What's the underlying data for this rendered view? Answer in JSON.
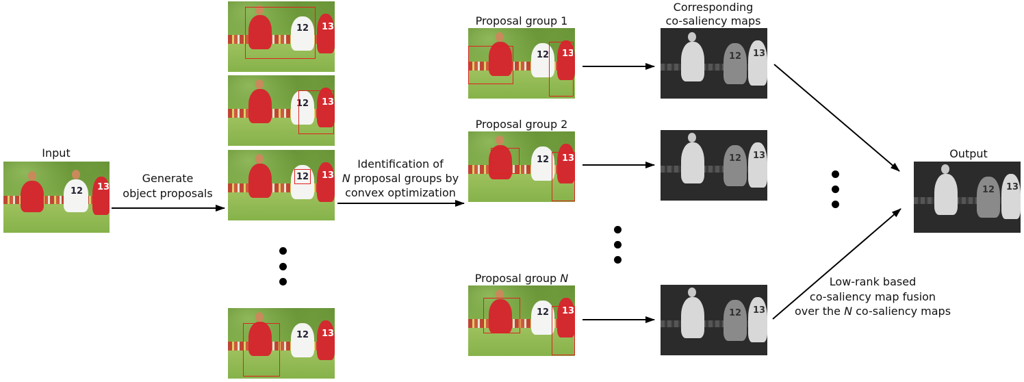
{
  "labels": {
    "input": "Input",
    "generate_line1": "Generate",
    "generate_line2": "object proposals",
    "ident_line1": "Identification of",
    "ident_line2_italic": "N",
    "ident_line2_rest": " proposal groups by",
    "ident_line3": "convex optimization",
    "group1": "Proposal group 1",
    "group2": "Proposal group 2",
    "groupN_prefix": "Proposal group ",
    "groupN_italic": "N",
    "cosal_line1": "Corresponding",
    "cosal_line2": "co-saliency maps",
    "output": "Output",
    "fusion_line1": "Low-rank based",
    "fusion_line2": "co-saliency map fusion",
    "fusion_line3_a": "over the ",
    "fusion_line3_italic": "N",
    "fusion_line3_b": " co-saliency maps"
  },
  "jersey_numbers": {
    "white_player": "12",
    "red_player": "13"
  },
  "colors": {
    "proposal_box": "#e02020",
    "arrow": "#000000"
  }
}
